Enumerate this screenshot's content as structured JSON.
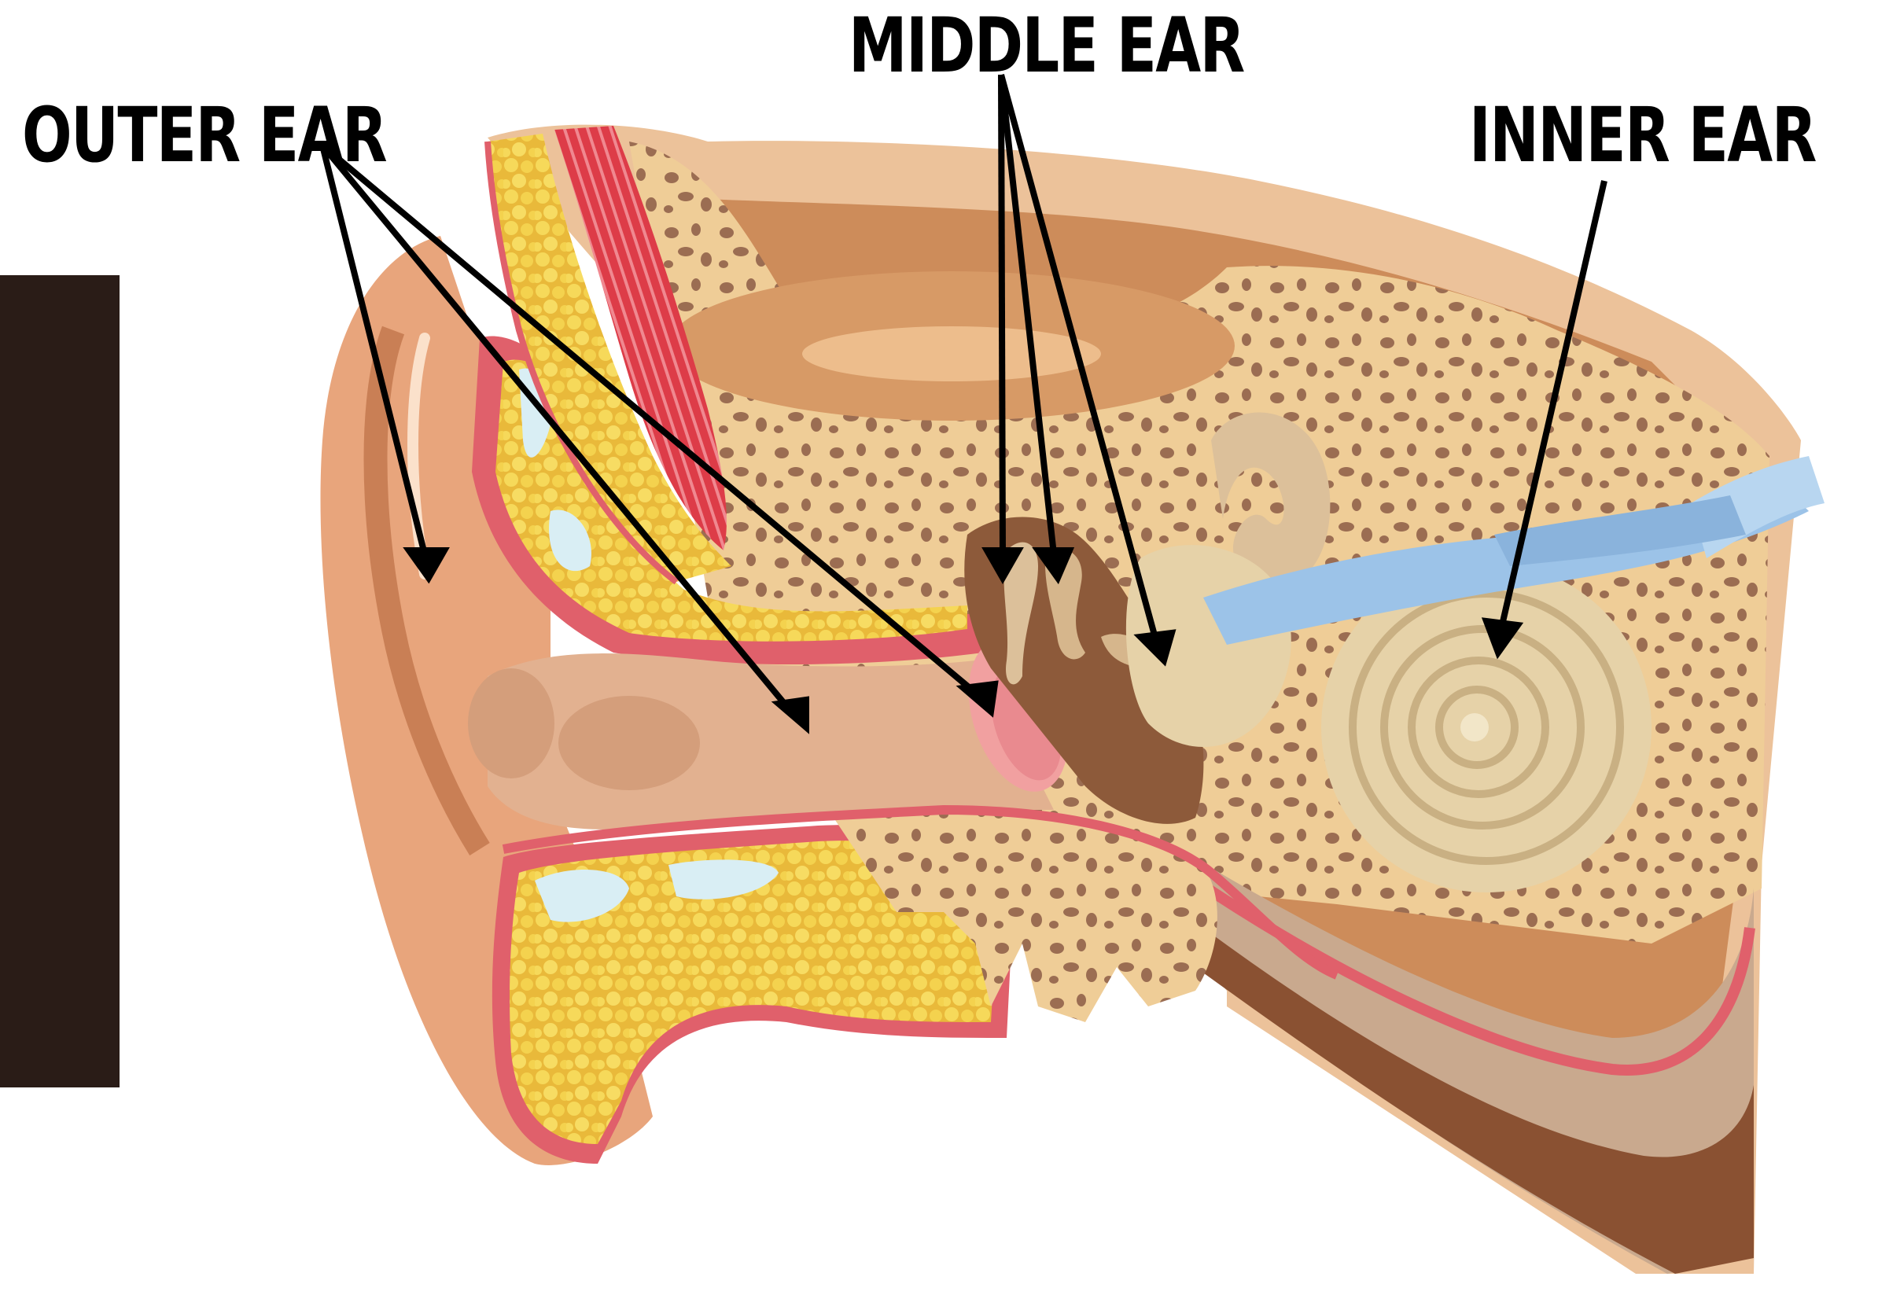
{
  "labels": {
    "outer": "OUTER EAR",
    "middle": "MIDDLE EAR",
    "inner": "INNER EAR"
  },
  "colors": {
    "skin": "#e8a57c",
    "skin_light": "#f3c7a6",
    "canal": "#e2b190",
    "cartilage_pink": "#e0606b",
    "fat_yellow": "#f4d24e",
    "bone_beige": "#efcd97",
    "bone_spot": "#9b6d52",
    "muscle_red": "#dd3c48",
    "nerve_blue": "#9cc3e8",
    "cochlea": "#e6d2a8",
    "dark_tissue": "#7a4a2e",
    "hair_dark": "#2a1c17"
  }
}
